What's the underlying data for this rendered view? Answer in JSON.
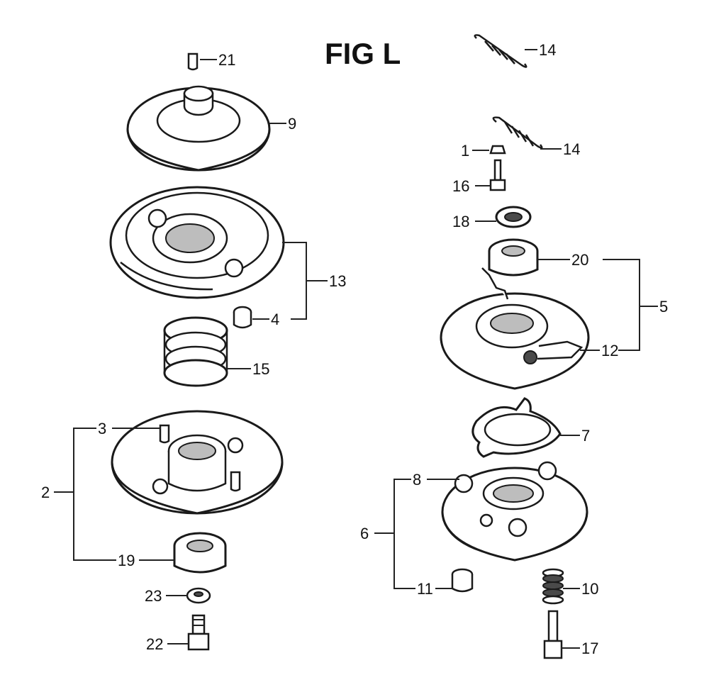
{
  "title": "FIG L",
  "callouts": {
    "c1": "1",
    "c2": "2",
    "c3": "3",
    "c4": "4",
    "c5": "5",
    "c6": "6",
    "c7": "7",
    "c8": "8",
    "c9": "9",
    "c10": "10",
    "c11": "11",
    "c12": "12",
    "c13": "13",
    "c14a": "14",
    "c14b": "14",
    "c15": "15",
    "c16": "16",
    "c17": "17",
    "c18": "18",
    "c19": "19",
    "c20": "20",
    "c21": "21",
    "c22": "22",
    "c23": "23"
  }
}
